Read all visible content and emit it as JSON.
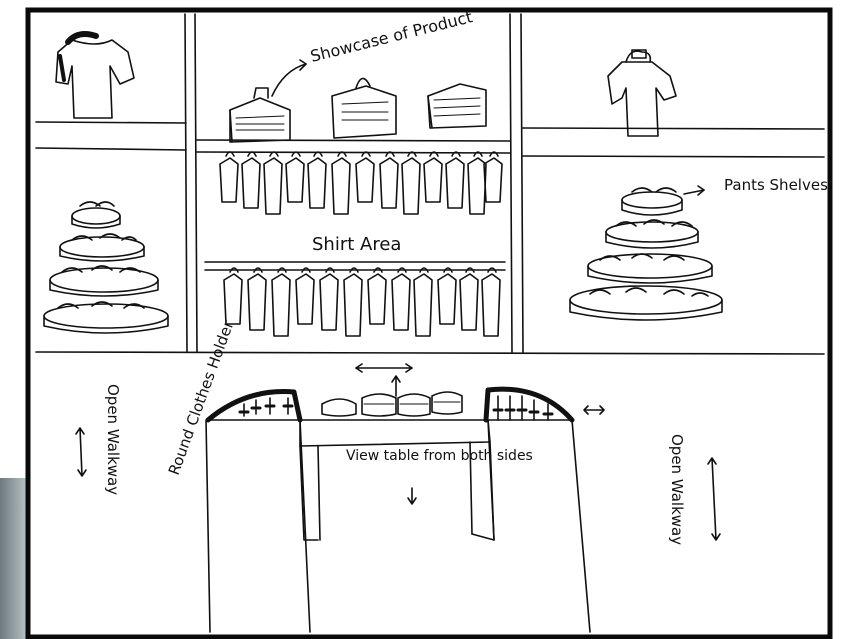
{
  "labels": {
    "showcase": "Showcase of Product",
    "pants_shelves": "Pants Shelves",
    "shirt_area": "Shirt Area",
    "round_clothes_holder": "Round Clothes Holder",
    "view_table": "View table from both sides",
    "open_walkway_left": "Open Walkway",
    "open_walkway_right": "Open Walkway"
  },
  "colors": {
    "ink": "#111111",
    "paper": "#ffffff",
    "frame": "#0a0a0a"
  }
}
